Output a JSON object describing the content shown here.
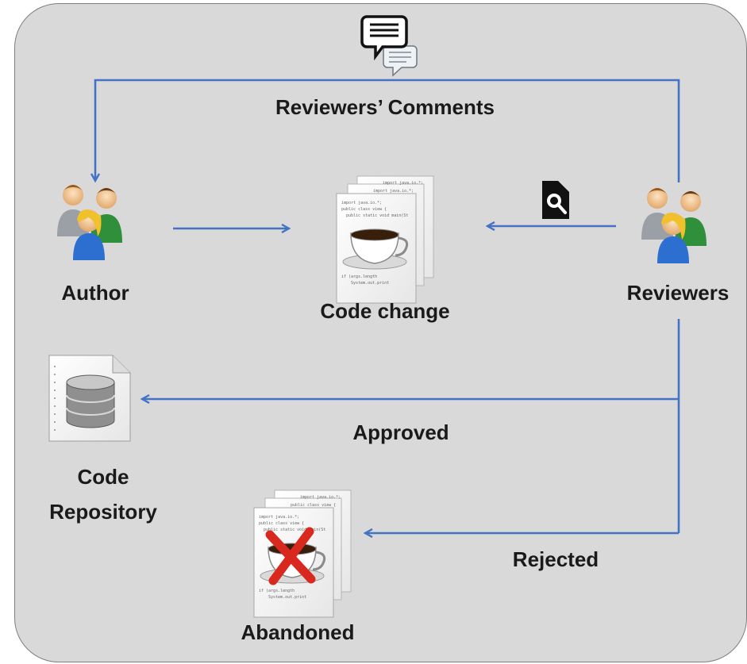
{
  "labels": {
    "comments": "Reviewers’ Comments",
    "author": "Author",
    "code_change": "Code change",
    "reviewers": "Reviewers",
    "repo_line1": "Code",
    "repo_line2": "Repository",
    "approved": "Approved",
    "rejected": "Rejected",
    "abandoned": "Abandoned"
  },
  "code_snippet": {
    "line1": "import java.io.*;",
    "line2": "public class view {",
    "line3": "public static void main(St",
    "line4": "if (args.length",
    "line5": "System.out.print"
  },
  "colors": {
    "arrow": "#4472c4",
    "panel": "#d9d9d9",
    "text": "#1a1a1a",
    "reject_mark": "#d9281e"
  },
  "icons": {
    "comment": "chat-bubbles-icon",
    "review": "magnifier-document-icon",
    "people": "people-group-icon",
    "repository": "database-document-icon",
    "code": "java-coffee-document-icon"
  }
}
